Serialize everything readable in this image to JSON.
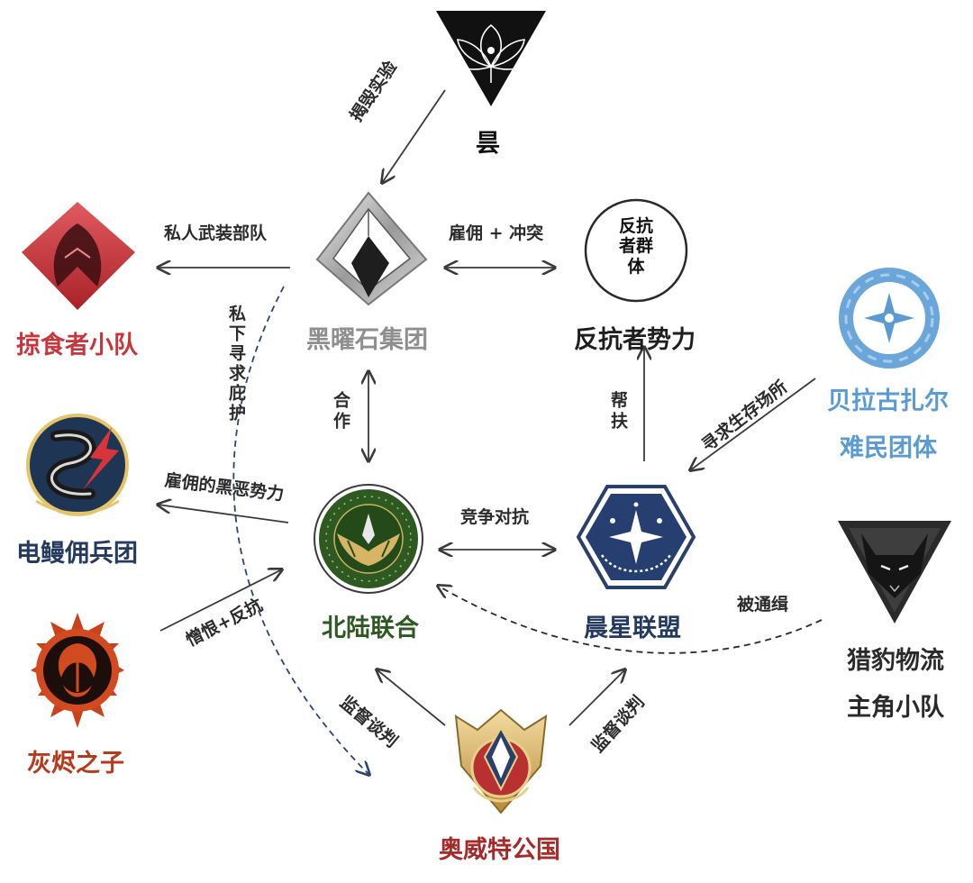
{
  "colors": {
    "predator": "#c6363c",
    "obsidian": "#8e8e8e",
    "rebel": "#1e1e1e",
    "eel": "#243a5e",
    "north": "#2e5a22",
    "dawn": "#243a62",
    "cinder": "#b83a1c",
    "bella": "#5a9bd3",
    "ovt": "#a62a2a",
    "hunter": "#2a2a2a",
    "dashed": "#2c4470"
  },
  "nodes": {
    "yun": {
      "name": "昙",
      "icon": "lotus-triangle-icon"
    },
    "obsidian": {
      "name": "黑曜石集团",
      "icon": "obsidian-crystal-icon"
    },
    "rebel": {
      "name": "反抗者势力",
      "icon_text": "反抗者群体",
      "icon_lines": [
        "反抗",
        "者群",
        "体"
      ]
    },
    "predator": {
      "name": "掠食者小队",
      "icon": "predator-diamond-icon"
    },
    "bella": {
      "name_lines": [
        "贝拉古扎尔",
        "难民团体"
      ],
      "icon": "bella-ring-icon"
    },
    "eel": {
      "name": "电鳗佣兵团",
      "icon": "eel-patch-icon"
    },
    "north": {
      "name": "北陆联合",
      "icon": "north-eagle-icon"
    },
    "dawn": {
      "name": "晨星联盟",
      "icon": "dawn-star-icon"
    },
    "hunter": {
      "name_lines": [
        "猎豹物流",
        "主角小队"
      ],
      "icon": "cheetah-triangle-icon"
    },
    "cinder": {
      "name": "灰烬之子",
      "icon": "phoenix-sun-icon"
    },
    "ovt": {
      "name": "奥威特公国",
      "icon": "ovt-crest-icon"
    }
  },
  "edges": {
    "yun_obsidian": "揭毁实验",
    "obsidian_predator": "私人武装部队",
    "obsidian_rebel": "雇佣 + 冲突",
    "obsidian_north": "合作",
    "dawn_rebel": "帮扶",
    "bella_dawn": "寻求生存场所",
    "north_dawn": "竞争对抗",
    "north_eel": "雇佣的黑恶势力",
    "cinder_north": "憎恨+反抗",
    "hunter_north": "被通缉",
    "ovt_north": "监督谈判",
    "ovt_dawn": "监督谈判",
    "secret_shelter": "私下寻求庇护"
  }
}
